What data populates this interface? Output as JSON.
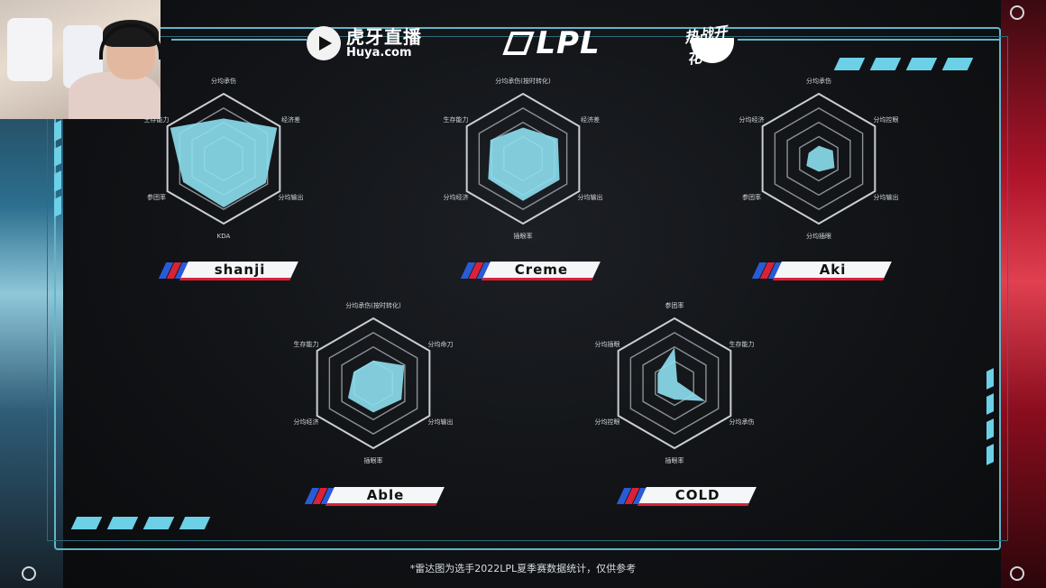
{
  "header": {
    "huya_cn": "虎牙直播",
    "huya_url": "Huya.com",
    "lpl": "LPL",
    "show_logo": "热战开花"
  },
  "footer_note": "*雷达图为选手2022LPL夏季赛数据统计，仅供参考",
  "radars": [
    {
      "player": "shanji",
      "labels": [
        "分均承伤",
        "经济差",
        "分均输出",
        "KDA",
        "参团率",
        "生存能力"
      ],
      "values": [
        0.62,
        0.95,
        0.75,
        0.75,
        0.72,
        0.95
      ]
    },
    {
      "player": "Creme",
      "labels": [
        "分均承伤(按时转化)",
        "经济差",
        "分均输出",
        "插眼率",
        "分均经济",
        "生存能力"
      ],
      "values": [
        0.48,
        0.62,
        0.65,
        0.65,
        0.62,
        0.58
      ]
    },
    {
      "player": "Aki",
      "labels": [
        "分均承伤",
        "分均控眼",
        "分均输出",
        "分均插眼",
        "参团率",
        "分均经济"
      ],
      "values": [
        0.2,
        0.25,
        0.28,
        0.2,
        0.22,
        0.18
      ]
    },
    {
      "player": "Able",
      "labels": [
        "分均承伤(按时转化)",
        "分均命刀",
        "分均输出",
        "插眼率",
        "分均经济",
        "生存能力"
      ],
      "values": [
        0.35,
        0.55,
        0.5,
        0.45,
        0.45,
        0.35
      ]
    },
    {
      "player": "COLD",
      "labels": [
        "参团率",
        "生存能力",
        "分均承伤",
        "插眼率",
        "分均控眼",
        "分均插眼"
      ],
      "values": [
        0.55,
        0.05,
        0.55,
        0.25,
        0.3,
        0.3
      ]
    }
  ],
  "colors": {
    "accent": "#5fb6c9",
    "radar_fill": "#8ddfef",
    "flag_red": "#d92238",
    "flag_blue": "#2a5bd7"
  }
}
